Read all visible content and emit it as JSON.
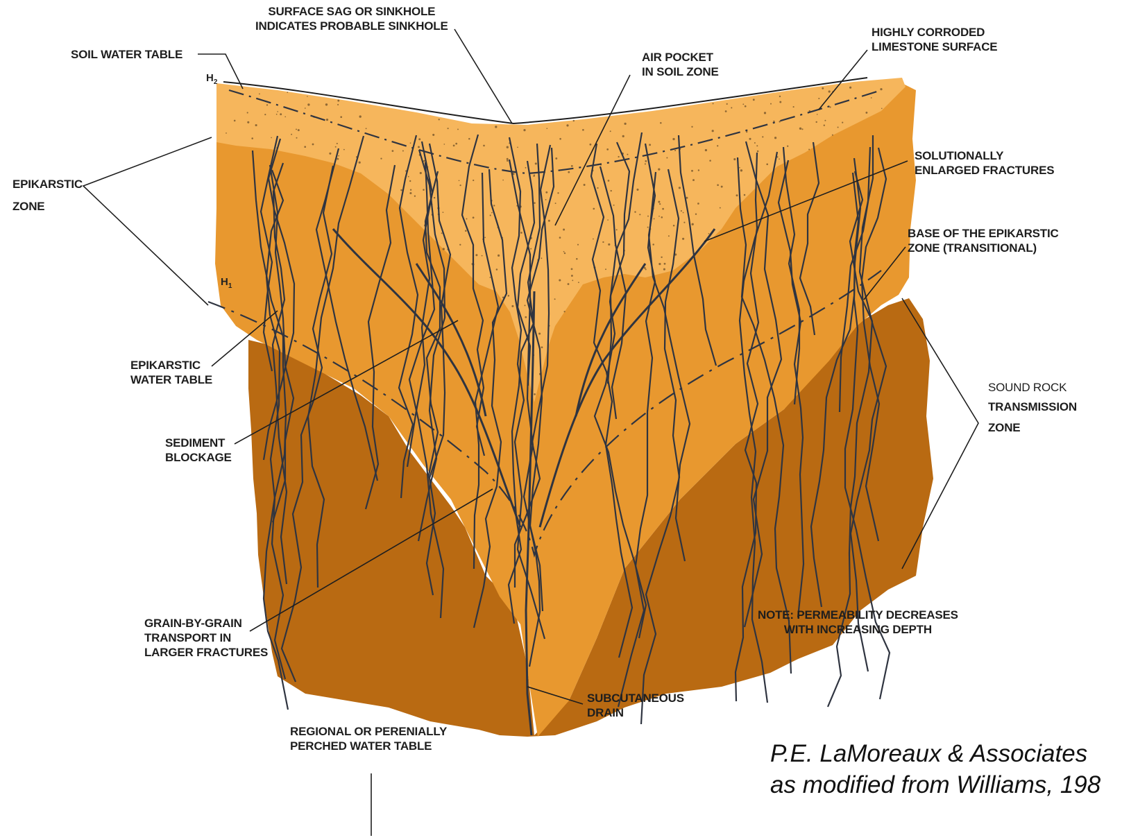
{
  "diagram": {
    "colors": {
      "soil": "#f6b65c",
      "epikarst": "#e8982f",
      "sound_rock": "#b96a12",
      "fracture_line": "#2f3440",
      "leader": "#1e1e1e"
    },
    "labels": {
      "surface_sag": [
        "SURFACE SAG OR SINKHOLE",
        "INDICATES PROBABLE SINKHOLE"
      ],
      "soil_water_table": "SOIL WATER TABLE",
      "h2": "H2",
      "air_pocket": [
        "AIR POCKET",
        "IN SOIL ZONE"
      ],
      "highly_corroded": [
        "HIGHLY CORRODED",
        "LIMESTONE SURFACE"
      ],
      "epikarstic_zone": [
        "EPIKARSTIC",
        "ZONE"
      ],
      "solutionally_enlarged": [
        "SOLUTIONALLY",
        "ENLARGED FRACTURES"
      ],
      "base_epikarstic": [
        "BASE OF THE EPIKARSTIC",
        "ZONE (TRANSITIONAL)"
      ],
      "h1": "H1",
      "epikarstic_water_table": [
        "EPIKARSTIC",
        "WATER TABLE"
      ],
      "sound_rock": "SOUND ROCK",
      "transmission_zone": [
        "TRANSMISSION",
        "ZONE"
      ],
      "sediment_blockage": [
        "SEDIMENT",
        "BLOCKAGE"
      ],
      "note": [
        "NOTE: PERMEABILITY DECREASES",
        "WITH INCREASING DEPTH"
      ],
      "grain_transport": [
        "GRAIN-BY-GRAIN",
        "TRANSPORT IN",
        "LARGER FRACTURES"
      ],
      "subcutaneous_drain": [
        "SUBCUTANEOUS",
        "DRAIN"
      ],
      "regional_water_table": [
        "REGIONAL OR PERENIALLY",
        "PERCHED WATER TABLE"
      ]
    },
    "credit": [
      "P.E. LaMoreaux & Associates",
      "as modified from Williams, 198"
    ]
  }
}
